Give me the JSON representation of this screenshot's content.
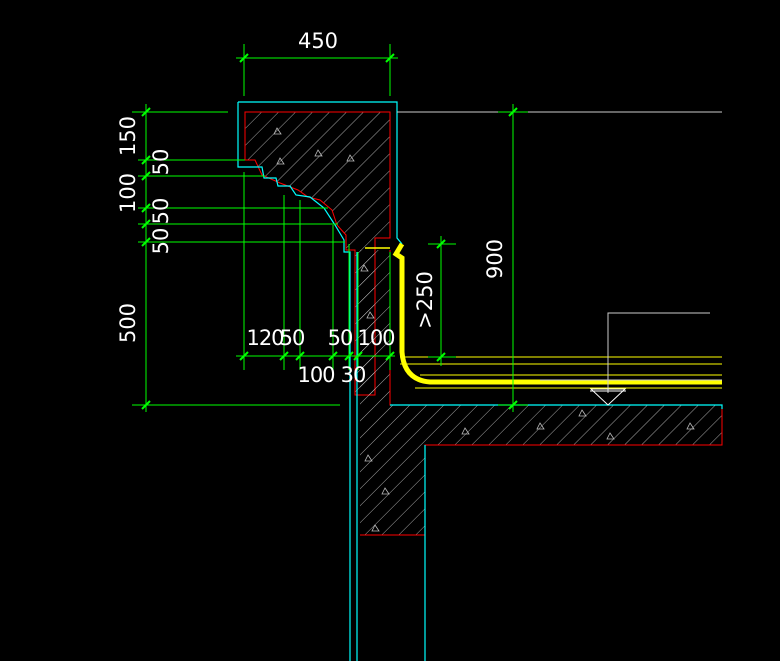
{
  "drawing": {
    "dimensions": {
      "top_width": "450",
      "left_150": "150",
      "left_50_a": "50",
      "left_100": "100",
      "left_50_b": "50",
      "left_50_c": "50",
      "left_500": "500",
      "bottom_120": "120",
      "bottom_50_a": "50",
      "bottom_50_b": "50",
      "bottom_100_a": "100",
      "bottom_100_b": "100",
      "bottom_30": "30",
      "height_900": "900",
      "upturn_250": ">250"
    },
    "colors": {
      "background": "#000000",
      "dimension": "#00ff00",
      "text": "#ffffff",
      "outline": "#00ffff",
      "concrete_edge": "#ff0000",
      "waterproof": "#ffff00",
      "reference": "#cccccc"
    }
  }
}
